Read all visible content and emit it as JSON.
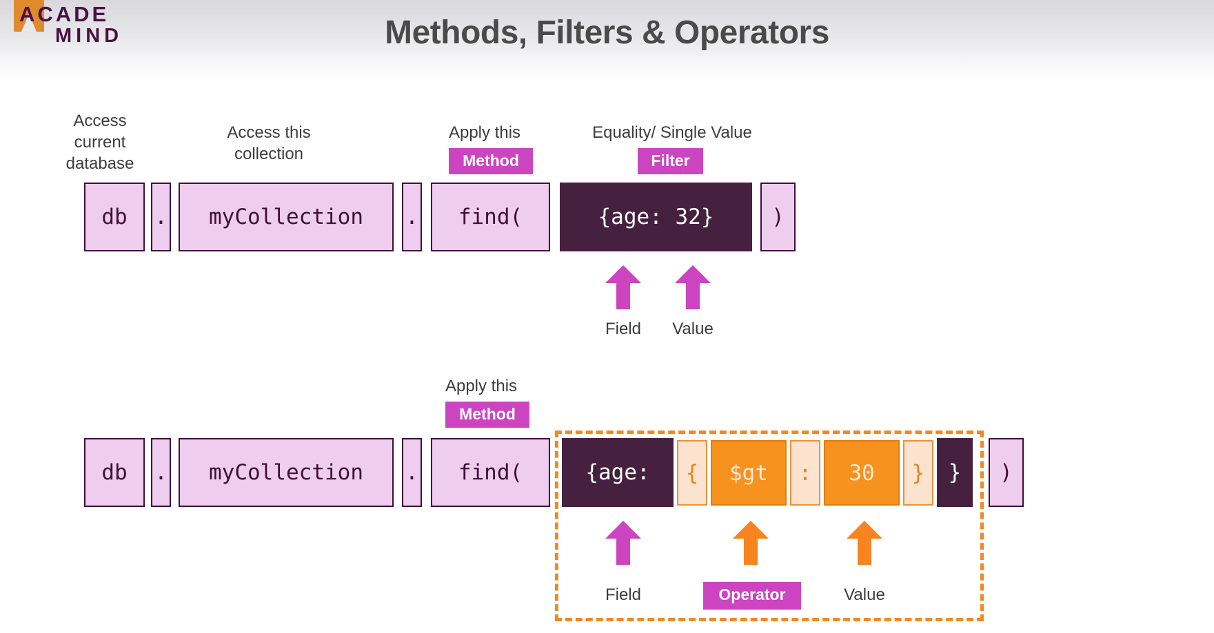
{
  "brand": {
    "line1": "ACADE",
    "line2": "MIND",
    "logo_icon": "academind-logo-mark",
    "accent_orange": "#e08a2e",
    "accent_purple": "#4a1145"
  },
  "page": {
    "title": "Methods, Filters & Operators"
  },
  "colors": {
    "pink_badge": "#cd44c0",
    "light_pink_box": "#edc4ec",
    "dark_purple_box": "#45203f",
    "orange_box": "#f7921e",
    "orange_light_box": "#fbe3cf",
    "dashed_border": "#f08a24",
    "title_gray": "#4a4a4a"
  },
  "row1": {
    "annotations": {
      "db": "Access\ncurrent\ndatabase",
      "collection": "Access this\ncollection",
      "method": "Apply this",
      "filter": "Equality/ Single Value"
    },
    "badges": {
      "method": "Method",
      "filter": "Filter"
    },
    "tokens": [
      {
        "text": "db",
        "kind": "light"
      },
      {
        "text": ".",
        "kind": "light"
      },
      {
        "text": "myCollection",
        "kind": "light"
      },
      {
        "text": ".",
        "kind": "light"
      },
      {
        "text": "find(",
        "kind": "light"
      },
      {
        "text": "{age: 32}",
        "kind": "dark"
      },
      {
        "text": ")",
        "kind": "light"
      }
    ],
    "callouts": [
      {
        "label": "Field",
        "color": "pink"
      },
      {
        "label": "Value",
        "color": "pink"
      }
    ]
  },
  "row2": {
    "annotations": {
      "method": "Apply this"
    },
    "badges": {
      "method": "Method",
      "operator": "Operator"
    },
    "tokens": [
      {
        "text": "db",
        "kind": "light"
      },
      {
        "text": ".",
        "kind": "light"
      },
      {
        "text": "myCollection",
        "kind": "light"
      },
      {
        "text": ".",
        "kind": "light"
      },
      {
        "text": "find(",
        "kind": "light"
      },
      {
        "text": "{age:",
        "kind": "dark"
      },
      {
        "text": "{",
        "kind": "op-light"
      },
      {
        "text": "$gt",
        "kind": "op"
      },
      {
        "text": ":",
        "kind": "op-light"
      },
      {
        "text": "30",
        "kind": "op"
      },
      {
        "text": "}",
        "kind": "op-light"
      },
      {
        "text": "}",
        "kind": "dark"
      },
      {
        "text": ")",
        "kind": "light"
      }
    ],
    "callouts": [
      {
        "label": "Field",
        "color": "pink"
      },
      {
        "label": "Operator",
        "color": "orange"
      },
      {
        "label": "Value",
        "color": "orange"
      }
    ]
  }
}
